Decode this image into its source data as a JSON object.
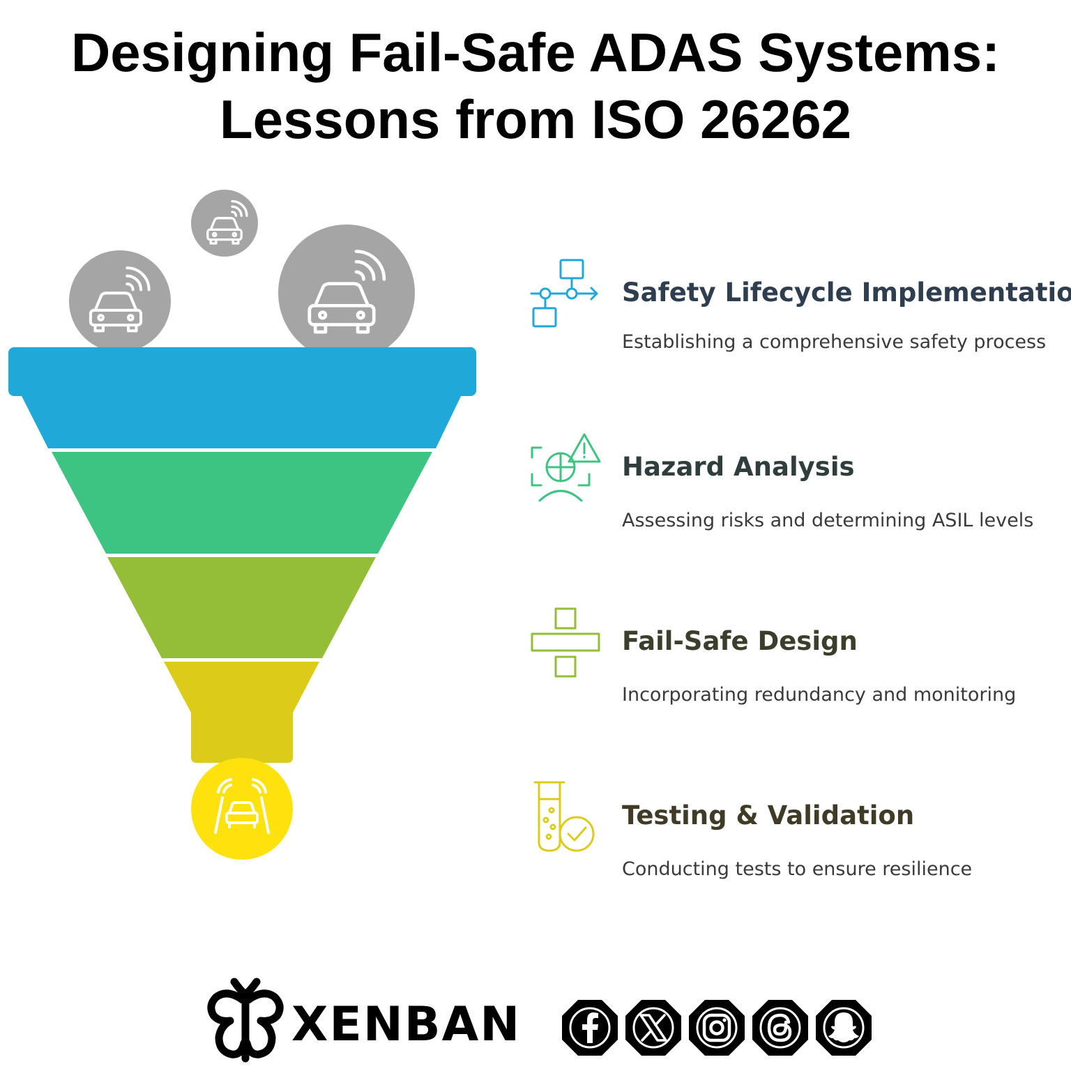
{
  "title": {
    "line1": "Designing Fail-Safe ADAS Systems:",
    "line2": "Lessons from ISO 26262"
  },
  "colors": {
    "blue": "#1fa8d8",
    "teal": "#3dc483",
    "green": "#94bd38",
    "olive": "#ddcb1a",
    "yellow": "#fde20d",
    "gray": "#a5a5a5"
  },
  "steps": [
    {
      "heading": "Safety Lifecycle Implementation",
      "description": "Establishing a comprehensive safety process",
      "icon": "workflow-icon",
      "color": "#1fa8d8",
      "heading_color": "#2f3e4e"
    },
    {
      "heading": "Hazard Analysis",
      "description": "Assessing risks and determining ASIL levels",
      "icon": "hazard-scan-icon",
      "color": "#3dc483",
      "heading_color": "#2f3e3c"
    },
    {
      "heading": "Fail-Safe Design",
      "description": "Incorporating redundancy and monitoring",
      "icon": "redundancy-icon",
      "color": "#94bd38",
      "heading_color": "#3a3f2c"
    },
    {
      "heading": "Testing & Validation",
      "description": "Conducting tests to ensure resilience",
      "icon": "test-tube-check-icon",
      "color": "#ddcb1a",
      "heading_color": "#3f3b26"
    }
  ],
  "funnel_inputs": [
    "connected-car-icon",
    "connected-car-icon",
    "connected-car-icon"
  ],
  "funnel_output": "autonomous-car-icon",
  "brand": {
    "name": "XENBAN",
    "logo": "butterfly-logo-icon"
  },
  "social_icons": [
    "facebook-icon",
    "x-icon",
    "instagram-icon",
    "threads-icon",
    "snapchat-icon"
  ]
}
